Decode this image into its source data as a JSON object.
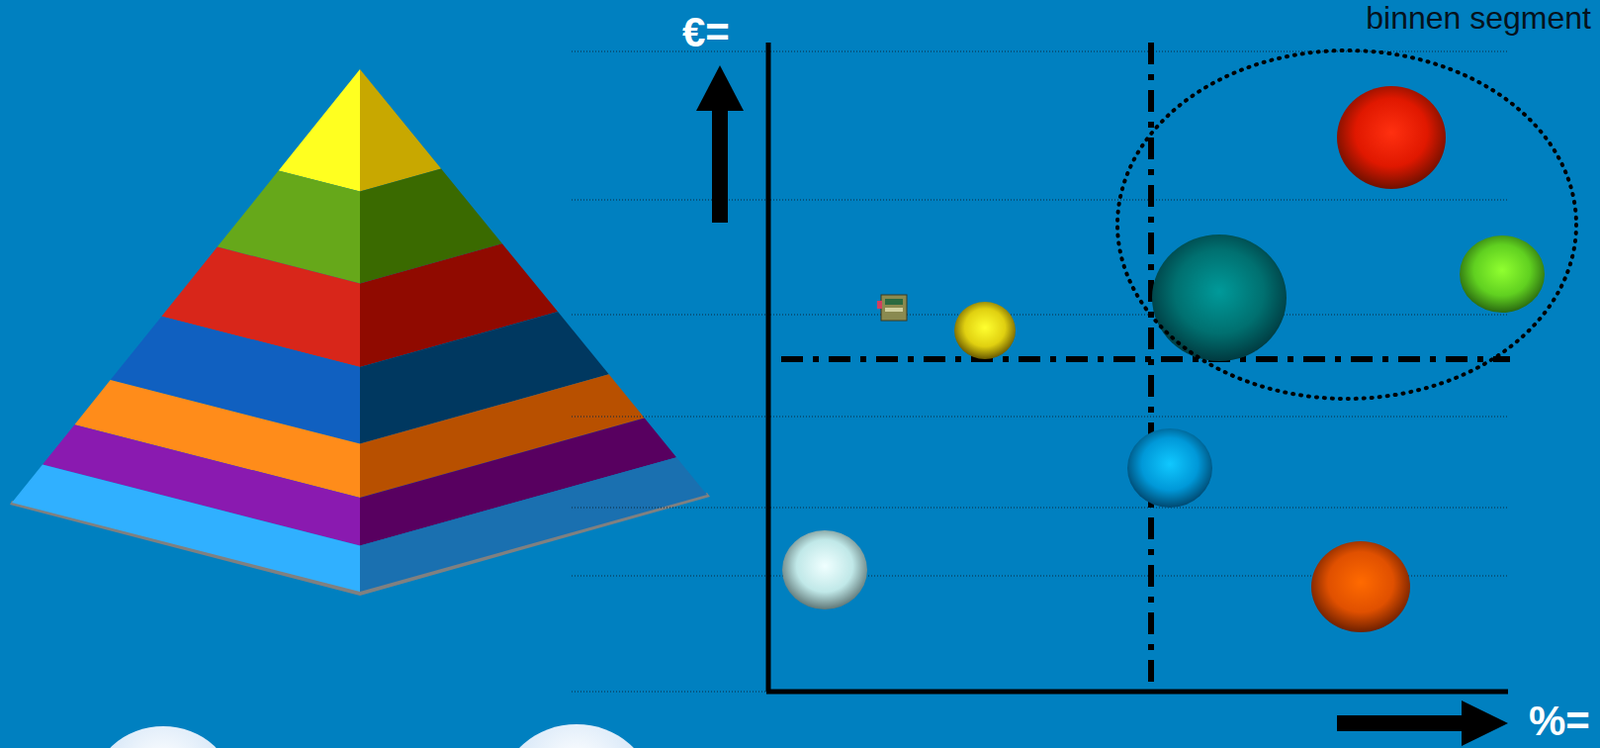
{
  "diagram": {
    "nodes": [
      {
        "text": [
          "binnen segment"
        ]
      }
    ],
    "labels": [
      "€=",
      "%="
    ]
  }
}
